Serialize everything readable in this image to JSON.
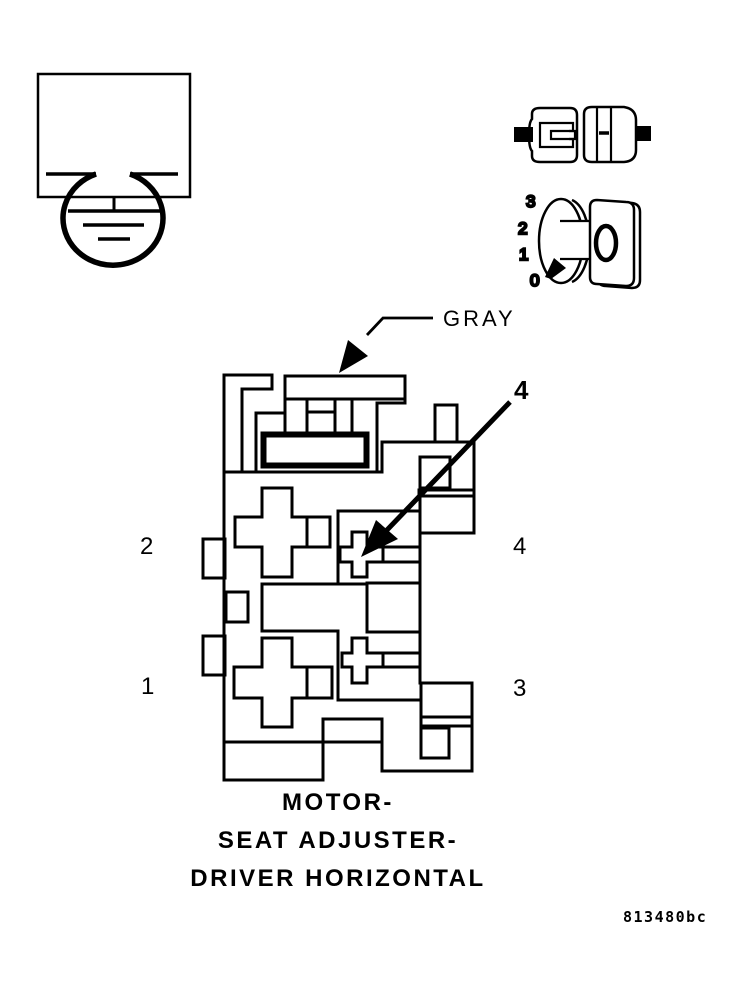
{
  "figure": {
    "code": "813480bc",
    "caption": {
      "line1": "MOTOR-",
      "line2": "SEAT ADJUSTER-",
      "line3": "DRIVER HORIZONTAL"
    }
  },
  "symbols": {
    "switch_dial": {
      "positions": [
        "3",
        "2",
        "1",
        "0"
      ]
    }
  },
  "connector": {
    "color_label": "GRAY",
    "callout_terminal": "4",
    "terminals": {
      "left_top": "2",
      "left_bottom": "1",
      "right_top": "4",
      "right_bottom": "3"
    }
  },
  "colors": {
    "ink": "#000000",
    "background": "#ffffff"
  }
}
